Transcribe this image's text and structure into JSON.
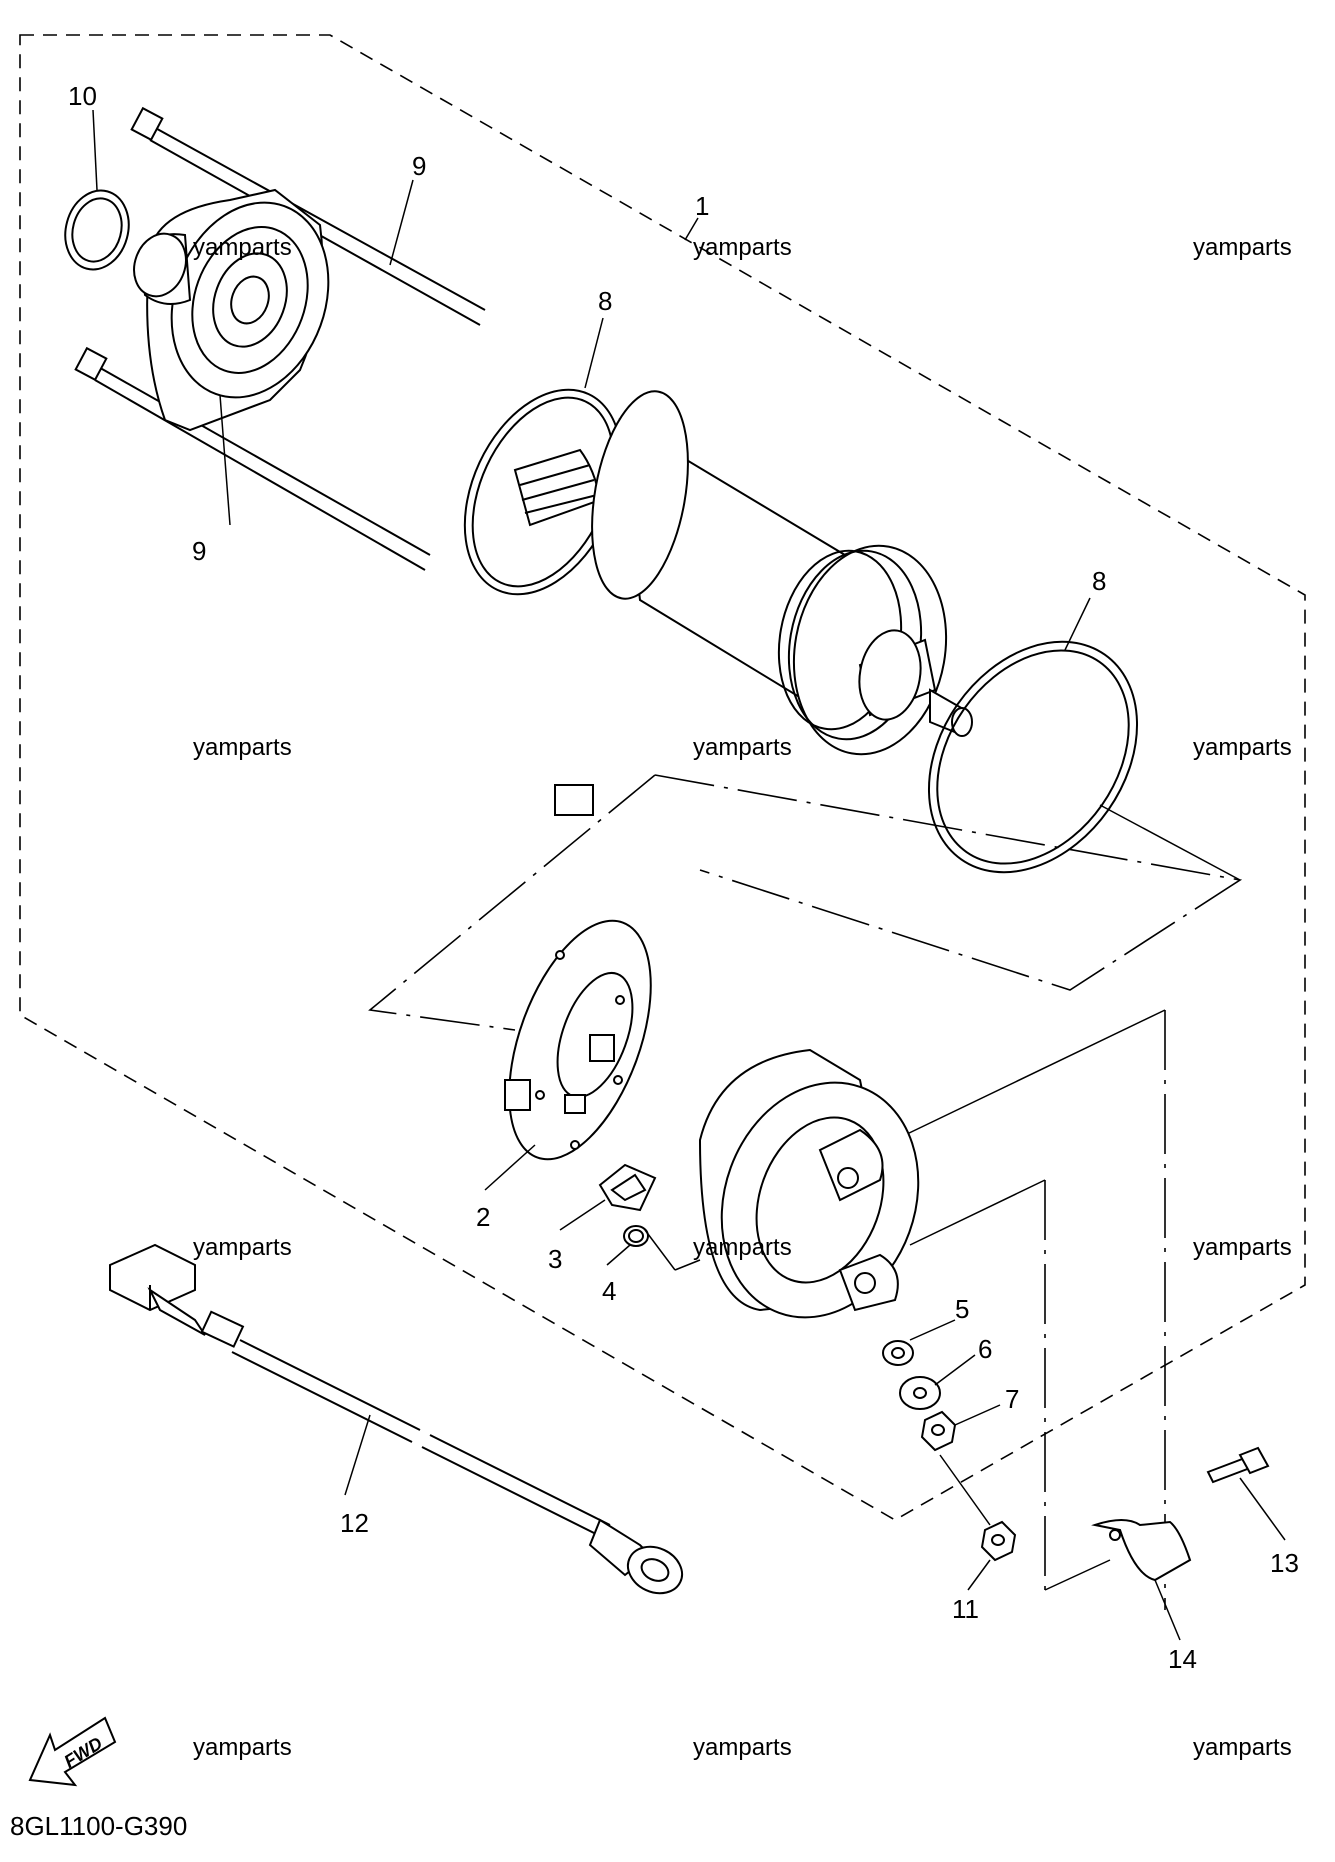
{
  "diagram_code": "8GL1100-G390",
  "fwd_label": "FWD",
  "watermark": "yamparts",
  "callouts": {
    "c1": "1",
    "c2": "2",
    "c3": "3",
    "c4": "4",
    "c5": "5",
    "c6": "6",
    "c7": "7",
    "c8a": "8",
    "c8b": "8",
    "c9a": "9",
    "c9b": "9",
    "c10": "10",
    "c11": "11",
    "c12": "12",
    "c13": "13",
    "c14": "14"
  },
  "icons": {
    "direction": "fwd-arrow-icon"
  }
}
